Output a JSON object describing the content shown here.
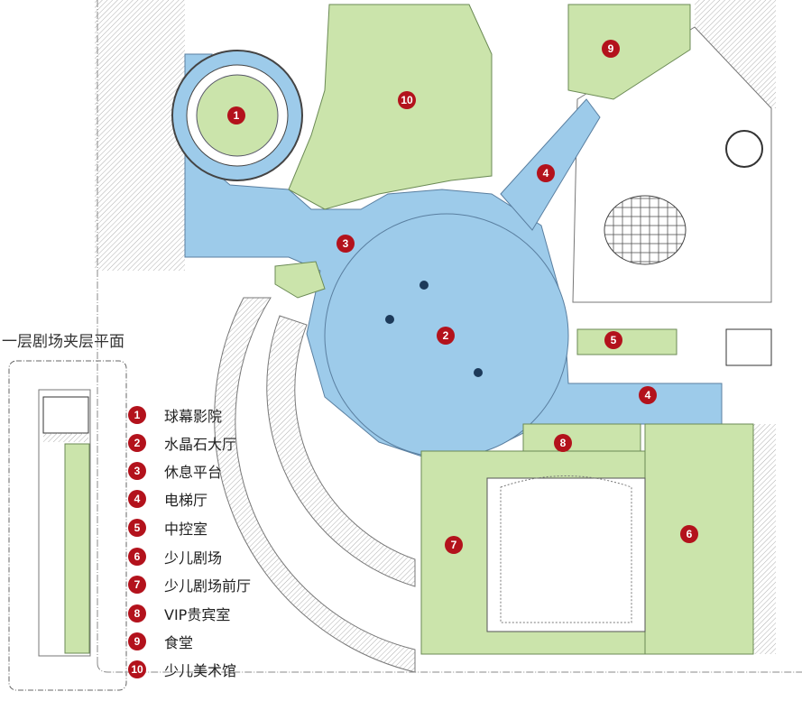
{
  "inset": {
    "title": "一层剧场夹层平面"
  },
  "markers": [
    "1",
    "2",
    "3",
    "4",
    "4",
    "5",
    "6",
    "7",
    "8",
    "9",
    "10"
  ],
  "legend": [
    {
      "num": "1",
      "label": "球幕影院"
    },
    {
      "num": "2",
      "label": "水晶石大厅"
    },
    {
      "num": "3",
      "label": "休息平台"
    },
    {
      "num": "4",
      "label": "电梯厅"
    },
    {
      "num": "5",
      "label": "中控室"
    },
    {
      "num": "6",
      "label": "少儿剧场"
    },
    {
      "num": "7",
      "label": "少儿剧场前厅"
    },
    {
      "num": "8",
      "label": "VIP贵宾室"
    },
    {
      "num": "9",
      "label": "食堂"
    },
    {
      "num": "10",
      "label": "少儿美术馆"
    }
  ],
  "colors": {
    "blue": "#9dcbea",
    "green": "#cbe4ab",
    "marker": "#b3121c"
  }
}
